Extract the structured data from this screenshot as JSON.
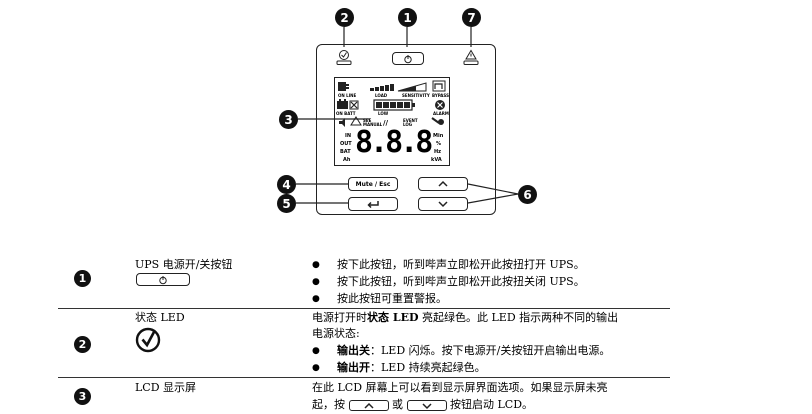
{
  "diagram": {
    "callouts": {
      "c1": "1",
      "c2": "2",
      "c3": "3",
      "c4": "4",
      "c5": "5",
      "c6": "6",
      "c7": "7"
    },
    "lcd": {
      "on_line": "ON LINE",
      "load": "LOAD",
      "sensitivity": "SENSITIVITY",
      "bypass": "BYPASS",
      "on_batt": "ON BATT",
      "low": "LOW",
      "alarm": "ALARM",
      "see_manual": "SEE MANUAL",
      "event_log": "EVENT LOG",
      "in": "IN",
      "out": "OUT",
      "bat": "BAT",
      "ah": "Ah",
      "min": "Min",
      "pct": "%",
      "hz": "Hz",
      "kva": "kVA",
      "digits": "8.8.8",
      "pause": "//"
    },
    "mute_label": "Mute / Esc"
  },
  "table": {
    "rows": [
      {
        "num": "1",
        "name": "UPS 电源开/关按钮",
        "bullets": [
          "按下此按钮，听到哔声立即松开此按扭打开 UPS。",
          "按下此按钮，听到哔声立即松开此按扭关闭 UPS。",
          "按此按钮可重置警报。"
        ]
      },
      {
        "num": "2",
        "name": "状态 LED",
        "desc_pre": "电源打开时",
        "desc_bold": "状态 LED",
        "desc_post": " 亮起绿色。此 LED 指示两种不同的输出",
        "desc_line2": "电源状态:",
        "bullets": [
          {
            "bold": "输出关",
            "text": "：LED 闪烁。按下电源开/关按钮开启输出电源。"
          },
          {
            "bold": "输出开",
            "text": "：LED 持续亮起绿色。"
          }
        ]
      },
      {
        "num": "3",
        "name": "LCD 显示屏",
        "desc_line1": "在此 LCD 屏幕上可以看到显示屏界面选项。如果显示屏未亮",
        "desc_a": "起，按",
        "desc_or": "或",
        "desc_b": "按钮启动 LCD。"
      }
    ]
  },
  "colors": {
    "ink": "#111111",
    "line": "#333333"
  }
}
